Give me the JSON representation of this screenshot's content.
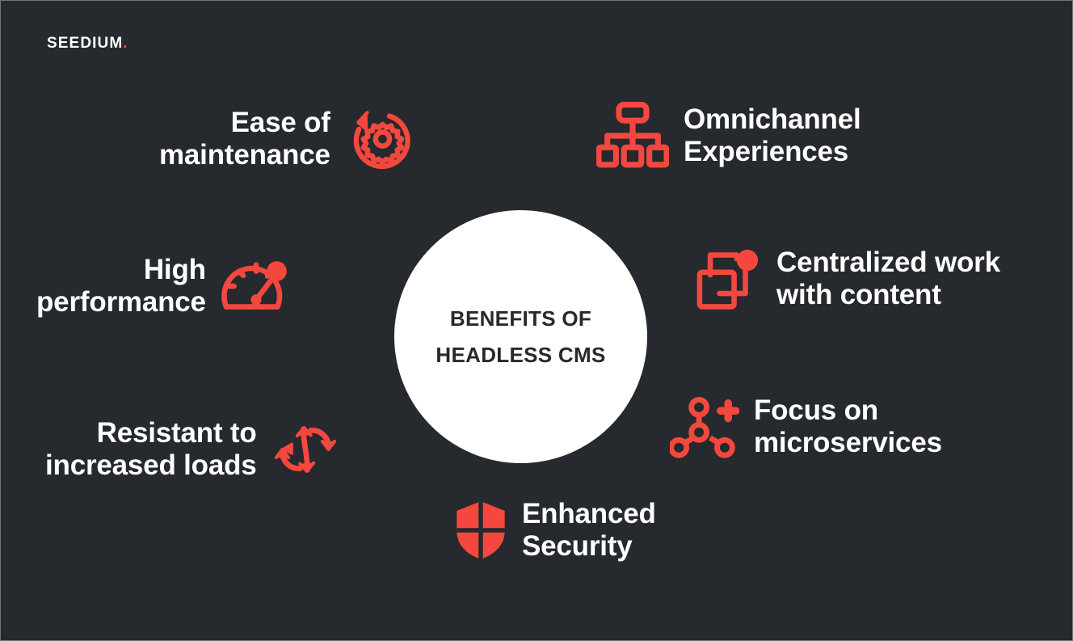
{
  "brand": {
    "name": "SEEDIUM",
    "dot": ".",
    "accent_color": "#f4483f",
    "background_color": "#26292d",
    "text_color": "#ffffff"
  },
  "hub": {
    "line1": "BENEFITS OF",
    "line2": "HEADLESS CMS",
    "background_color": "#ffffff",
    "text_color": "#26292d"
  },
  "benefits": [
    {
      "id": "ease-of-maintenance",
      "label": "Ease of\nmaintenance",
      "icon": "gear-refresh-icon",
      "side": "left"
    },
    {
      "id": "omnichannel-experiences",
      "label": "Omnichannel\nExperiences",
      "icon": "hierarchy-sitemap-icon",
      "side": "right"
    },
    {
      "id": "high-performance",
      "label": "High\nperformance",
      "icon": "speedometer-gauge-icon",
      "side": "left"
    },
    {
      "id": "centralized-work-with-content",
      "label": "Centralized work\nwith content",
      "icon": "layers-copy-icon",
      "side": "right"
    },
    {
      "id": "resistant-to-increased-loads",
      "label": "Resistant to\nincreased loads",
      "icon": "dual-circular-arrows-icon",
      "side": "left"
    },
    {
      "id": "focus-on-microservices",
      "label": "Focus on\nmicroservices",
      "icon": "network-nodes-plus-icon",
      "side": "right"
    },
    {
      "id": "enhanced-security",
      "label": "Enhanced\nSecurity",
      "icon": "shield-icon",
      "side": "right"
    }
  ]
}
